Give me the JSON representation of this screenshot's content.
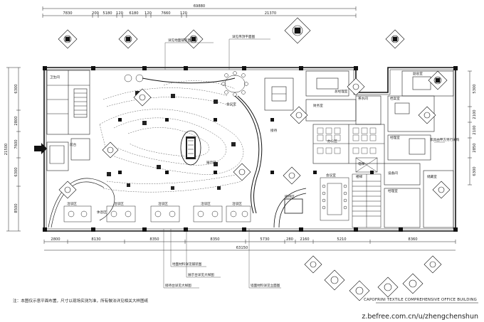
{
  "dimensions": {
    "top_total": "69880",
    "top_segments": [
      "7830",
      "200",
      "5180",
      "120",
      "6180",
      "120",
      "7660",
      "120",
      "21370"
    ],
    "bottom_total": "63150",
    "bottom_segments": [
      "2800",
      "8130",
      "8350",
      "8350",
      "5730",
      "280",
      "2160",
      "5210",
      "8360"
    ],
    "left_total": "21500",
    "left_segments": [
      "6300",
      "2800",
      "7600",
      "6300",
      "8500"
    ],
    "right_segments": [
      "5300",
      "2100",
      "2100",
      "2850",
      "6300"
    ]
  },
  "room_labels": [
    "休息区",
    "会议室",
    "展示区",
    "洽谈区",
    "洽谈区",
    "洽谈区",
    "洽谈区",
    "洽谈区",
    "前台",
    "接待",
    "财务室",
    "总经理室",
    "副总室",
    "档案室",
    "茶水间",
    "卫生间",
    "办公区",
    "会议室",
    "经理室",
    "经理室",
    "楼梯",
    "电梯",
    "设备间",
    "储藏室",
    "接待区"
  ],
  "callouts": [
    "详见地面铺装图",
    "详见吊顶平面图",
    "展示台详见大样图",
    "地面材料详见铺装图",
    "接待台详见大样图",
    "墙面材料详见立面图",
    "家具由甲方另行采购"
  ],
  "note": "注：本图仅示意平面布置，尺寸以现场实测为准，所有做法详见相关大样图纸",
  "drawing_title": "CAPOFRINI TEXTILE COMPREHENSIVE OFFICE BUILDING",
  "watermark": "z.befree.com.cn/u/zhengchenshun"
}
